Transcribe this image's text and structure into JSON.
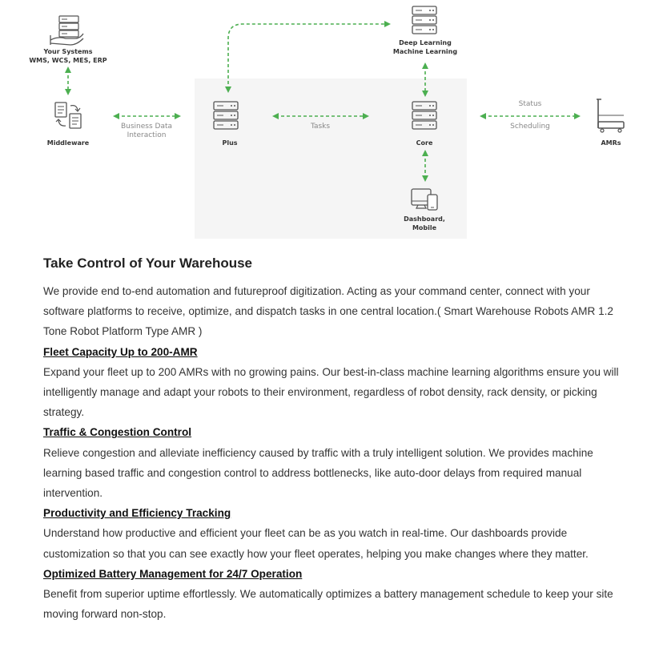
{
  "diagram": {
    "your_systems": {
      "title": "Your Systems",
      "subtitle": "WMS, WCS, MES, ERP"
    },
    "middleware": "Middleware",
    "business_data": [
      "Business Data",
      "Interaction"
    ],
    "plus": "Plus",
    "tasks": "Tasks",
    "core": "Core",
    "deep_learning": [
      "Deep Learning",
      "Machine Learning"
    ],
    "status": "Status",
    "scheduling": "Scheduling",
    "amrs": "AMRs",
    "dashboard": [
      "Dashboard,",
      "Mobile"
    ],
    "colors": {
      "accent": "#4caf50",
      "panel": "#f5f5f5",
      "icon": "#555555"
    },
    "icons": [
      "hand-server-icon",
      "document-sync-icon",
      "server-icon",
      "devices-icon",
      "robot-icon"
    ]
  },
  "article": {
    "title": "Take Control of Your Warehouse",
    "intro": "We provide end to-end automation and futureproof digitization. Acting as your command center, connect with your software platforms to receive, optimize, and dispatch tasks in one central location.( Smart Warehouse Robots AMR 1.2 Tone Robot Platform Type AMR )",
    "sections": [
      {
        "heading": "Fleet Capacity Up to 200-AMR ",
        "body": "Expand your fleet up to 200 AMRs with no growing pains. Our best-in-class machine learning algorithms ensure you will intelligently manage and adapt your robots to their environment, regardless of robot density, rack density, or picking strategy."
      },
      {
        "heading": "Traffic & Congestion Control",
        "body": "Relieve congestion and alleviate inefficiency caused by traffic with a truly intelligent solution. We provides machine learning based traffic and congestion control to address bottlenecks, like auto-door delays from required manual intervention."
      },
      {
        "heading": "Productivity and Efficiency Tracking",
        "body": "Understand how productive and efficient your fleet can be as you watch in real-time. Our dashboards provide customization so that you can see exactly how your fleet operates, helping you make changes where they matter."
      },
      {
        "heading": "Optimized Battery Management for 24/7 Operation",
        "body": "Benefit from superior uptime effortlessly. We automatically optimizes a battery management schedule to keep your site moving forward non-stop."
      }
    ]
  }
}
